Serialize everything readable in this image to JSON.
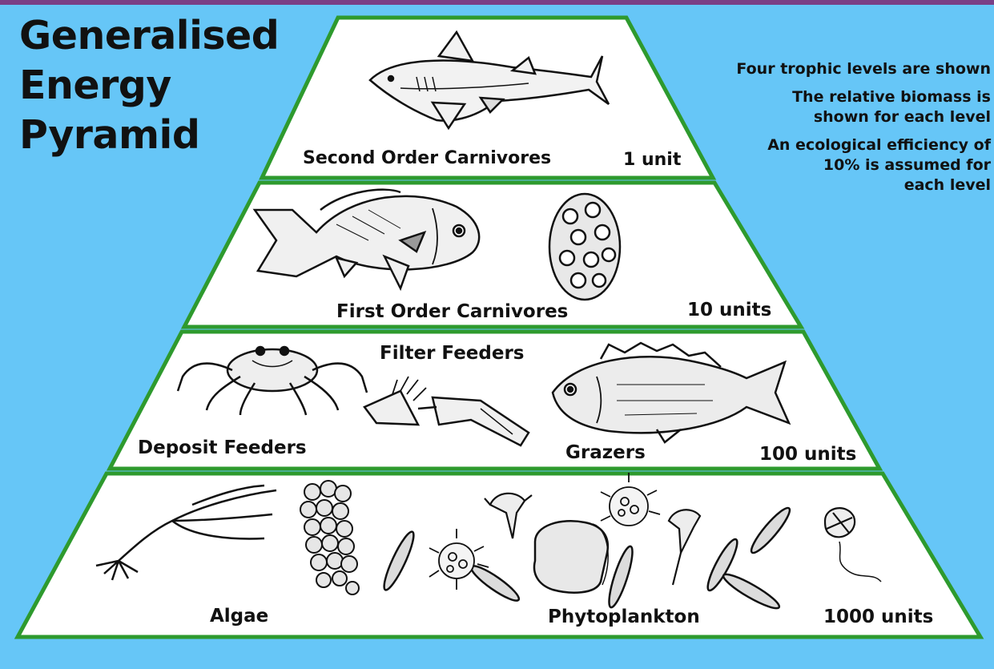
{
  "title": [
    "Generalised",
    "Energy",
    "Pyramid"
  ],
  "notes": [
    [
      "Four trophic levels are shown"
    ],
    [
      "The relative biomass is",
      "shown for each level"
    ],
    [
      "An ecological efficiency of",
      "10% is assumed for",
      "each level"
    ]
  ],
  "levels": [
    {
      "name": "Second Order Carnivores",
      "biomass": "1 unit",
      "organisms": [
        "shark"
      ]
    },
    {
      "name": "First Order Carnivores",
      "biomass": "10 units",
      "organisms": [
        "snapper-fish",
        "anemone"
      ]
    },
    {
      "name": "",
      "biomass": "100 units",
      "groups": [
        "Deposit Feeders",
        "Filter Feeders",
        "Grazers"
      ],
      "organisms": [
        "crab",
        "filter-feeder-worm",
        "grazing-fish"
      ]
    },
    {
      "name": "",
      "biomass": "1000 units",
      "groups": [
        "Algae",
        "Phytoplankton"
      ],
      "organisms": [
        "seaweed",
        "algae-cluster",
        "diatom",
        "radiolarian",
        "dinoflagellate",
        "cylindrical-diatom"
      ]
    }
  ],
  "colors": {
    "background": "#66c6f7",
    "pyramid_fill": "#ffffff",
    "pyramid_border": "#2e9a2e",
    "top_bar": "#7a3f86"
  }
}
